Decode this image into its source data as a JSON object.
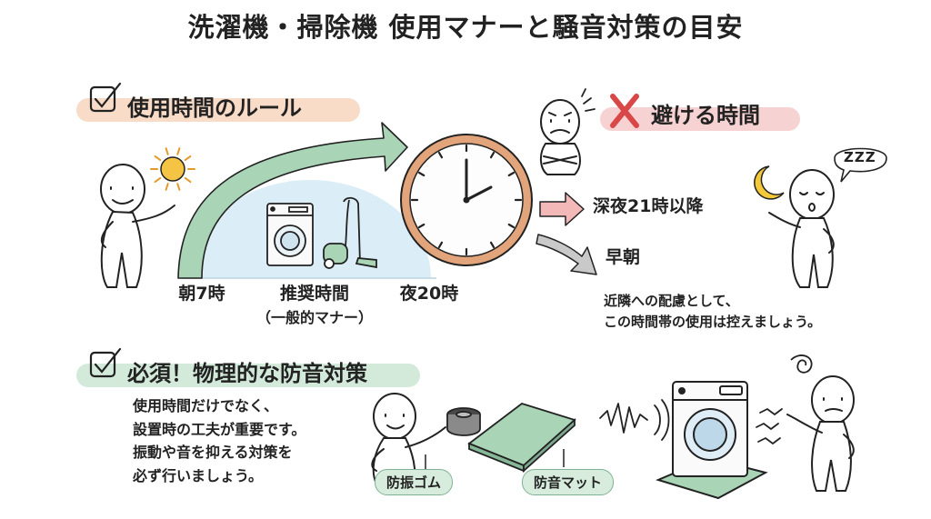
{
  "title": "洗濯機・掃除機 使用マナーと騒音対策の目安",
  "usage_rules": {
    "heading": "使用時間のルール",
    "start_time": "朝7時",
    "recommended": "推奨時間",
    "recommended_sub": "（一般的マナー）",
    "end_time": "夜20時"
  },
  "avoid": {
    "heading": "避ける時間",
    "late_night": "深夜21時以降",
    "early_morning": "早朝",
    "note_line1": "近隣への配慮として、",
    "note_line2": "この時間帯の使用は控えましょう。",
    "sleep_text": "ZZZ"
  },
  "soundproof": {
    "heading": "必須！物理的な防音対策",
    "text_line1": "使用時間だけでなく、",
    "text_line2": "設置時の工夫が重要です。",
    "text_line3": "振動や音を抑える対策を",
    "text_line4": "必ず行いましょう。",
    "item1": "防振ゴム",
    "item2": "防音マット"
  },
  "colors": {
    "peach_highlight": "#f8dcc8",
    "pink_highlight": "#f6d2d2",
    "green_highlight": "#d3eadb",
    "arc_green": "#a9d4b6",
    "clock_rim": "#e2a47a",
    "sky_blue": "#dbedf7",
    "avoid_red": "#d94848",
    "sun_yellow": "#f6c445",
    "moon_yellow": "#f3c93a"
  }
}
